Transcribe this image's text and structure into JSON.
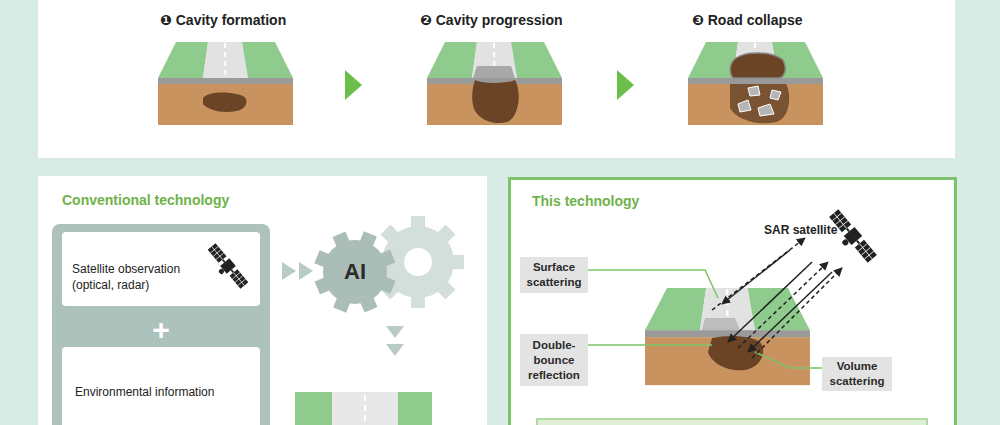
{
  "diagram": {
    "nodes": [
      {
        "text": [
          "Conventional technology"
        ]
      },
      {
        "text": [
          "Satellite observation (optical, radar)"
        ],
        "in": 0
      },
      {
        "text": [
          "Environmental information"
        ],
        "in": 0
      },
      {
        "text": [
          "AI"
        ],
        "in": 0
      },
      {
        "text": [
          "This technology"
        ]
      },
      {
        "text": [
          "Surface scattering"
        ],
        "in": 4
      },
      {
        "text": [
          "Double-bounce reflection"
        ],
        "in": 4
      },
      {
        "text": [
          "Volume scattering"
        ],
        "in": 4
      }
    ],
    "labels": [
      "❶ Cavity formation",
      "❷ Cavity progression",
      "❸ Road collapse",
      "+",
      "SAR satellite"
    ]
  }
}
